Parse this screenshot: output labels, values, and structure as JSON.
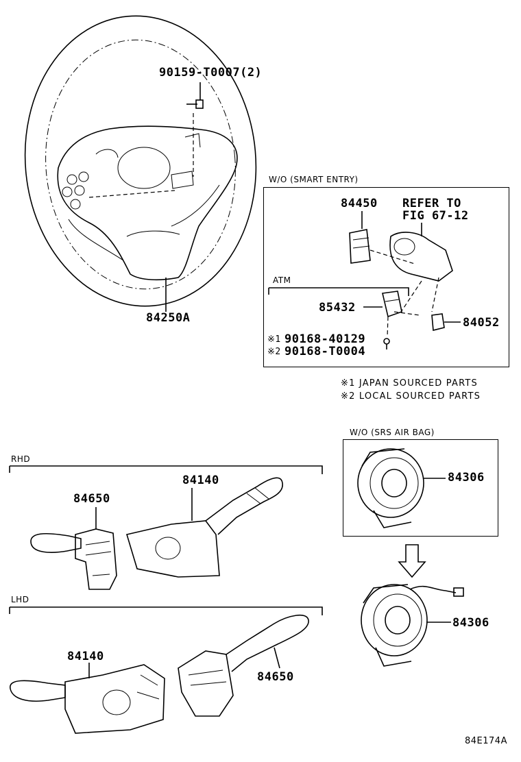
{
  "labels": {
    "bolt_top": "90159-T0007(2)",
    "wheel": "84250A",
    "wo_smart_entry": "W/O (SMART ENTRY)",
    "p84450": "84450",
    "refer_line1": "REFER TO",
    "refer_line2": "FIG 67-12",
    "atm": "ATM",
    "p85432": "85432",
    "p84052": "84052",
    "bolt_jp_mark": "※1",
    "bolt_jp": "90168-40129",
    "bolt_local_mark": "※2",
    "bolt_local": "90168-T0004",
    "note1": "※1 JAPAN SOURCED PARTS",
    "note2": "※2 LOCAL SOURCED PARTS",
    "wo_srs": "W/O (SRS AIR BAG)",
    "p84306_a": "84306",
    "p84306_b": "84306",
    "rhd": "RHD",
    "rhd_84140": "84140",
    "rhd_84650": "84650",
    "lhd": "LHD",
    "lhd_84140": "84140",
    "lhd_84650": "84650",
    "fig_code": "84E174A"
  }
}
